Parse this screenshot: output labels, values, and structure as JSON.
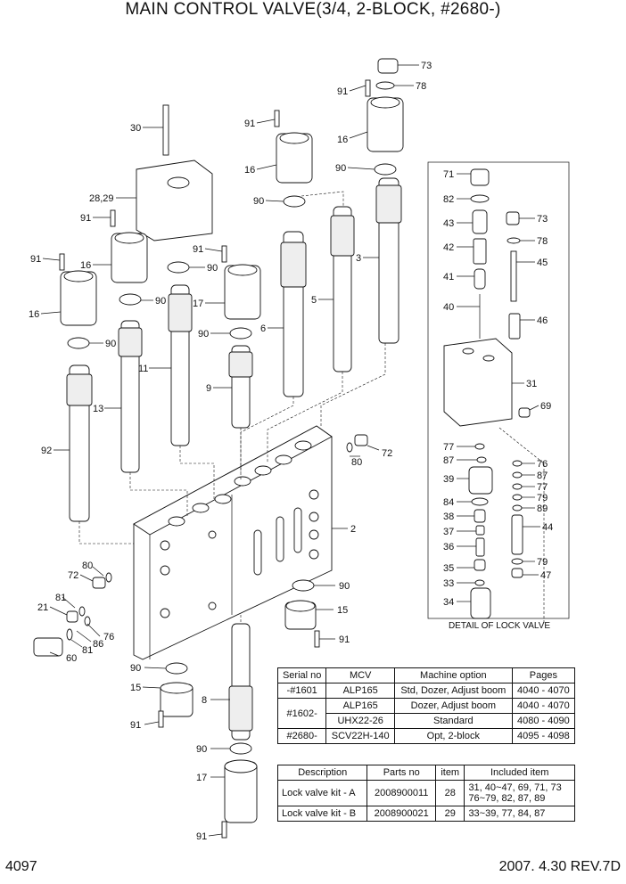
{
  "header": {
    "title": "MAIN CONTROL VALVE(3/4, 2-BLOCK, #2680-)"
  },
  "footer": {
    "page": "4097",
    "date_rev": "2007. 4.30  REV.7D"
  },
  "lock_valve": {
    "caption": "DETAIL OF LOCK VALVE"
  },
  "labels": {
    "l73a": "73",
    "l78a": "78",
    "l91a": "91",
    "l16a": "16",
    "l90a": "90",
    "l30": "30",
    "l91b": "91",
    "l16b": "16",
    "l2829": "28,29",
    "l90b": "90",
    "l91c": "91",
    "l91d": "91",
    "l16c": "16",
    "l90c": "90",
    "l91e": "91",
    "l16d": "16",
    "l90d": "90",
    "l90e": "90",
    "l17a": "17",
    "l90f": "90",
    "l11": "11",
    "l9": "9",
    "l6": "6",
    "l5": "5",
    "l3": "3",
    "l13": "13",
    "l92": "92",
    "l80a": "80",
    "l72a": "72",
    "l2": "2",
    "l72b": "72",
    "l80b": "80",
    "l81a": "81",
    "l21": "21",
    "l76a": "76",
    "l86": "86",
    "l81b": "81",
    "l60": "60",
    "l90g": "90",
    "l15a": "15",
    "l91f": "91",
    "l90h": "90",
    "l15b": "15",
    "l8": "8",
    "l91g": "91",
    "l90i": "90",
    "l17b": "17",
    "l91h": "91",
    "k71": "71",
    "k82": "82",
    "k43": "43",
    "k73": "73",
    "k78": "78",
    "k42": "42",
    "k45": "45",
    "k41": "41",
    "k40": "40",
    "k46": "46",
    "k31": "31",
    "k69": "69",
    "k77a": "77",
    "k76": "76",
    "k87a": "87",
    "k87b": "87",
    "k39": "39",
    "k77b": "77",
    "k84": "84",
    "k79a": "79",
    "k89": "89",
    "k38": "38",
    "k37": "37",
    "k44": "44",
    "k36": "36",
    "k35": "35",
    "k79b": "79",
    "k33": "33",
    "k47": "47",
    "k34": "34"
  },
  "table_mcv": {
    "headers": [
      "Serial no",
      "MCV",
      "Machine option",
      "Pages"
    ],
    "rows": [
      [
        "-#1601",
        "ALP165",
        "Std, Dozer, Adjust boom",
        "4040 - 4070"
      ],
      [
        "#1602-",
        "ALP165",
        "Dozer, Adjust boom",
        "4040 - 4070"
      ],
      [
        "",
        "UHX22-26",
        "Standard",
        "4080 - 4090"
      ],
      [
        "#2680-",
        "SCV22H-140",
        "Opt, 2-block",
        "4095 - 4098"
      ]
    ]
  },
  "table_kits": {
    "headers": [
      "Description",
      "Parts no",
      "item",
      "Included item"
    ],
    "rows": [
      [
        "Lock valve kit - A",
        "2008900011",
        "28",
        "31, 40~47, 69, 71, 73",
        "76~79, 82, 87, 89"
      ],
      [
        "Lock valve kit - B",
        "2008900021",
        "29",
        "33~39, 77, 84, 87",
        ""
      ]
    ]
  }
}
